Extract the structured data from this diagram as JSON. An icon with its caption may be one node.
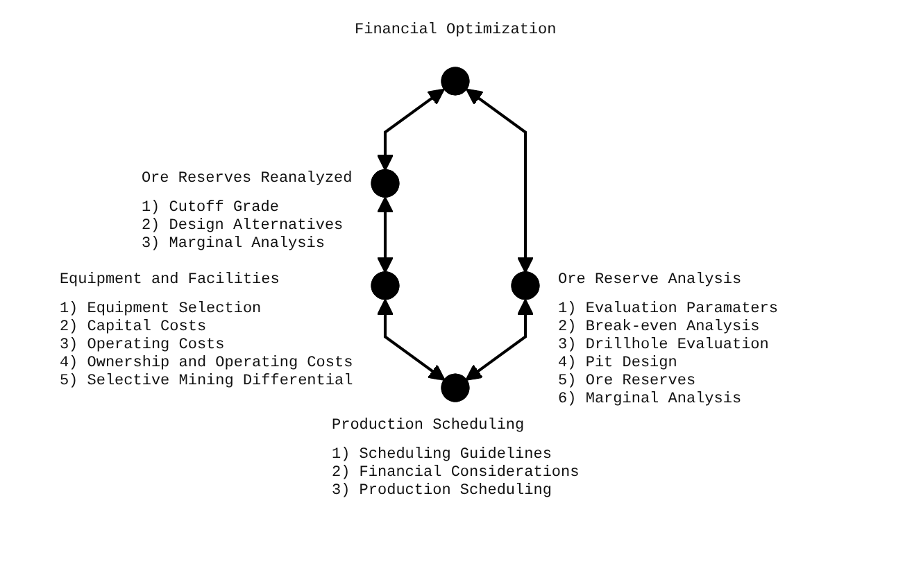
{
  "diagram": {
    "nodes": [
      {
        "text": [],
        "shape": "circle",
        "beside": [
          "Financial Optimization"
        ]
      },
      {
        "text": [],
        "shape": "circle",
        "beside": [
          "Ore Reserves Reanalyzed",
          "1) Cutoff Grade",
          "2) Design Alternatives",
          "3) Marginal Analysis"
        ]
      },
      {
        "text": [],
        "shape": "circle",
        "beside": [
          "Ore Reserve Analysis",
          "1) Evaluation Paramaters",
          "2) Break-even Analysis",
          "3) Drillhole Evaluation",
          "4) Pit Design",
          "5) Ore Reserves",
          "6) Marginal Analysis"
        ]
      },
      {
        "text": [],
        "shape": "circle",
        "beside": [
          "Equipment and Facilities",
          "1) Equipment Selection",
          "2) Capital Costs",
          "3) Operating Costs",
          "4) Ownership and Operating Costs",
          "5) Selective Mining Differential"
        ]
      },
      {
        "text": [],
        "shape": "circle",
        "beside": [
          "Production Scheduling",
          "1) Scheduling Guidelines",
          "2) Financial Considerations",
          "3) Production Scheduling"
        ]
      }
    ],
    "edges": [
      {
        "from": 0,
        "to": 1,
        "arrow": "both"
      },
      {
        "from": 1,
        "to": 3,
        "arrow": "both"
      },
      {
        "from": 3,
        "to": 4,
        "arrow": "both"
      },
      {
        "from": 2,
        "to": 4,
        "arrow": "both"
      },
      {
        "from": 0,
        "to": 2,
        "arrow": "both"
      }
    ]
  }
}
